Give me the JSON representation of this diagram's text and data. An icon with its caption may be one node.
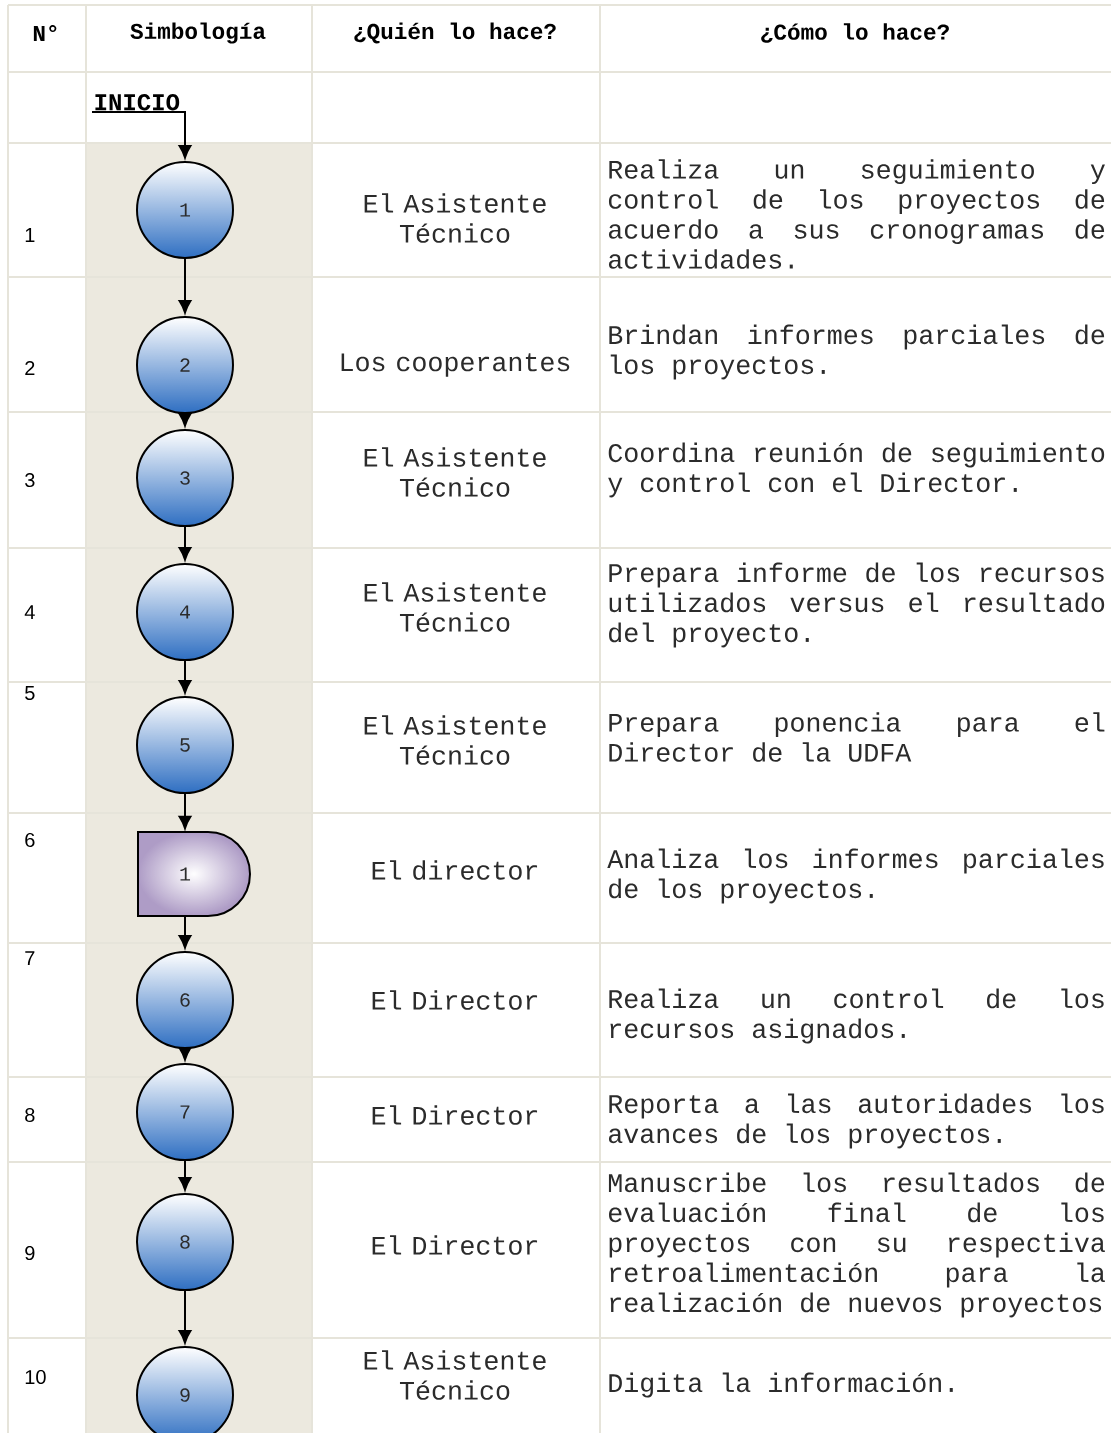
{
  "diagram": {
    "nodes": [
      {
        "text": [
          "INICIO"
        ]
      },
      {
        "text": [
          "1"
        ]
      },
      {
        "text": [
          "2"
        ]
      },
      {
        "text": [
          "3"
        ]
      },
      {
        "text": [
          "4"
        ]
      },
      {
        "text": [
          "5"
        ]
      },
      {
        "text": [
          "1"
        ]
      },
      {
        "text": [
          "6"
        ]
      },
      {
        "text": [
          "7"
        ]
      },
      {
        "text": [
          "8"
        ]
      },
      {
        "text": [
          "9"
        ]
      }
    ],
    "edges": [
      {
        "from": 0,
        "to": 1,
        "arrow": "to"
      },
      {
        "from": 1,
        "to": 2,
        "arrow": "to"
      },
      {
        "from": 2,
        "to": 3,
        "arrow": "to"
      },
      {
        "from": 3,
        "to": 4,
        "arrow": "to"
      },
      {
        "from": 4,
        "to": 5,
        "arrow": "to"
      },
      {
        "from": 5,
        "to": 6,
        "arrow": "to"
      },
      {
        "from": 6,
        "to": 7,
        "arrow": "to"
      },
      {
        "from": 7,
        "to": 8,
        "arrow": "to"
      },
      {
        "from": 8,
        "to": 9,
        "arrow": "to"
      },
      {
        "from": 9,
        "to": 10,
        "arrow": "to"
      }
    ],
    "labels": [
      "N°",
      "Simbología",
      "¿Quién lo hace?",
      "¿Cómo lo hace?",
      "1",
      "El Asistente Técnico",
      "Realiza un seguimiento y control de los proyectos de acuerdo a sus cronogramas de actividades.",
      "2",
      "Los cooperantes",
      "Brindan informes parciales de los proyectos.",
      "3",
      "El Asistente Técnico",
      "Coordina reunión de seguimiento y control con el Director.",
      "4",
      "El Asistente Técnico",
      "Prepara informe de los recursos utilizados versus el resultado del proyecto.",
      "5",
      "El Asistente Técnico",
      "Prepara ponencia para el Director de la UDFA",
      "6",
      "El director",
      "Analiza los informes parciales de los proyectos.",
      "7",
      "El Director",
      "Realiza un control de los recursos asignados.",
      "8",
      "El Director",
      "Reporta a las autoridades los avances de los proyectos.",
      "9",
      "El Director",
      "Manuscribe los resultados de evaluación final de los proyectos con su respectiva retroalimentación para la realización de nuevos proyectos",
      "10",
      "El Asistente Técnico",
      "Digita la información."
    ]
  }
}
